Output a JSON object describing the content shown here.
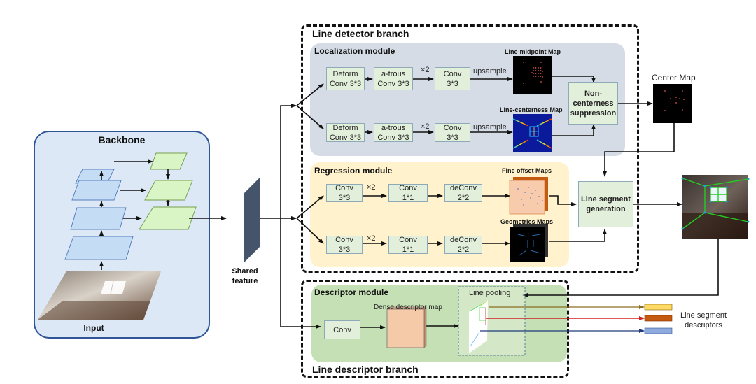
{
  "backbone": {
    "title": "Backbone",
    "input_label": "Input"
  },
  "shared_feature": {
    "label": "Shared\nfeature"
  },
  "line_detector_branch": {
    "title": "Line detector branch",
    "localization_module": {
      "title": "Localization module",
      "rows": [
        {
          "blocks": [
            "Deform\nConv 3*3",
            "a-trous\nConv 3*3",
            "Conv\n3*3"
          ],
          "repeat": "×2",
          "upsample": "upsample",
          "output_map": "Line-midpoint Map"
        },
        {
          "blocks": [
            "Deform\nConv 3*3",
            "a-trous\nConv 3*3",
            "Conv\n3*3"
          ],
          "repeat": "×2",
          "upsample": "upsample",
          "output_map": "Line-centerness Map"
        }
      ],
      "nms_block": "Non-\ncenterness\nsuppression"
    },
    "center_map": "Center Map",
    "regression_module": {
      "title": "Regression module",
      "rows": [
        {
          "blocks": [
            "Conv\n3*3",
            "Conv\n1*1",
            "deConv\n2*2"
          ],
          "repeat": "×2",
          "output_map": "Fine offset Maps"
        },
        {
          "blocks": [
            "Conv\n3*3",
            "Conv\n1*1",
            "deConv\n2*2"
          ],
          "repeat": "×2",
          "output_map": "Geometrics Maps"
        }
      ]
    },
    "line_segment_generation": "Line segment\ngeneration"
  },
  "line_descriptor_branch": {
    "title": "Line descriptor branch",
    "descriptor_module": {
      "title": "Descriptor module",
      "conv_block": "Conv",
      "dense_map_label": "Dense descriptor map",
      "line_pooling": "Line pooling"
    },
    "descriptors_label": "Line segment\ndescriptors",
    "descriptor_colors": [
      "#ffd966",
      "#c55a11",
      "#8faadc"
    ]
  },
  "colors": {
    "backbone_bg": "#dce8f5",
    "backbone_border": "#2f5597",
    "localization_bg": "#d6dce5",
    "regression_bg": "#fff2cc",
    "descriptor_bg": "#c5e0b4",
    "block_fill": "#e2efda",
    "shared_feature": "#44546a"
  }
}
